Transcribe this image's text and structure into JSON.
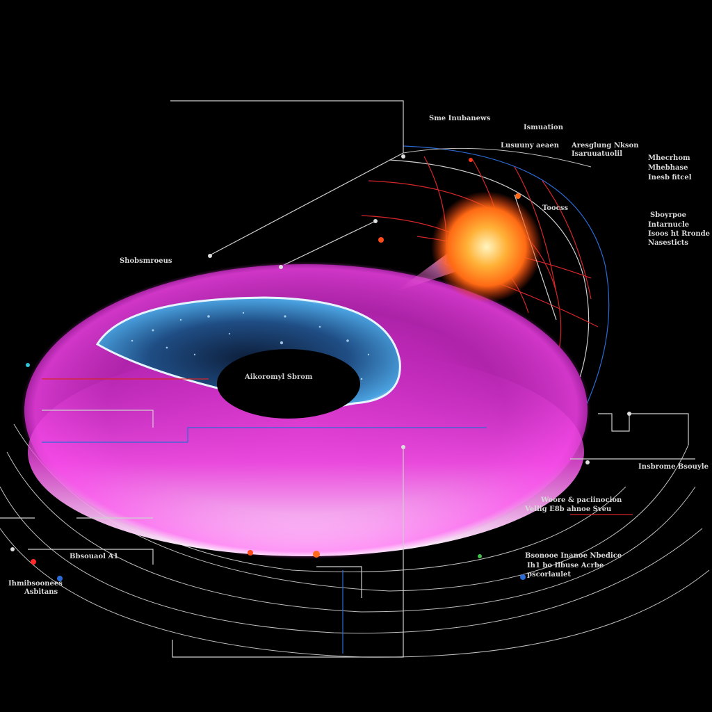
{
  "labels": {
    "top_center": "Sme Inubanews",
    "top_right_1": "Ismuation",
    "top_right_2a": "Aresglung Nkson",
    "top_right_2b": "Isaruuatuolil",
    "top_left_small": "Lusuuny aeaen",
    "right_1a": "Mhecrhom",
    "right_1b": "Mhebhase",
    "right_1c": "Inesb fitcel",
    "right_2a": "Sboyrpoe",
    "right_2b": "Intarnucle",
    "right_2c": "Isoos ht Rronde",
    "right_2d": "Nasesticts",
    "right_mid_flare": "Toocss",
    "left_mid": "Shobsmroeus",
    "center_hole": "Aikoromyl Sbrom",
    "right_low": "Insbrome Bsouyle",
    "bottom_right_1a": "Woore & paciinocion",
    "bottom_right_1b": "Vellig E8b ahnoe Sveu",
    "bottom_right_2a": "Bsonooe Inanoe Nbedice",
    "bottom_right_2b": "Ih1 bo Ilbuse Acrbe",
    "bottom_right_2c": "pscorlaulet",
    "bottom_left_1": "Bbsouaol A1",
    "bottom_left_2a": "Ihmibsoonees",
    "bottom_left_2b": "Asbitans"
  },
  "colors": {
    "background": "#000000",
    "disk_magenta": "#e23ad6",
    "disk_glow": "#ffffff",
    "inner_blue": "#2f86c9",
    "flare_orange": "#ff8a1c",
    "wire_gray": "#cfcfcf",
    "wire_red": "#d6262a",
    "wire_blue": "#2b6bd6"
  }
}
